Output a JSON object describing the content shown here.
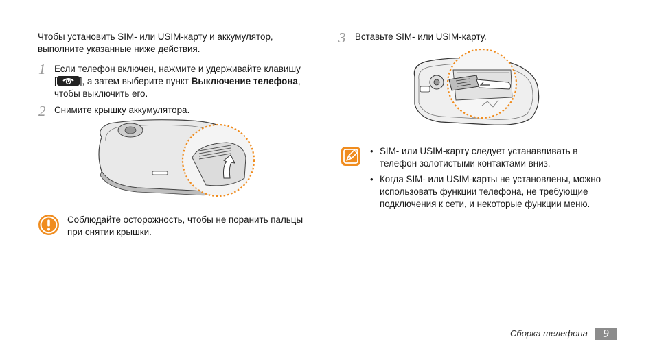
{
  "left": {
    "intro_line1": "Чтобы установить SIM- или USIM-карту и аккумулятор,",
    "intro_line2": "выполните указанные ниже действия.",
    "steps": [
      {
        "num": "1",
        "line1": "Если телефон включен, нажмите и удерживайте клавишу",
        "line2_pre": "[",
        "line2_mid": "], а затем выберите пункт ",
        "line2_bold": "Выключение телефона",
        "line2_post": ",",
        "line3": "чтобы выключить его."
      },
      {
        "num": "2",
        "line1": "Снимите крышку аккумулятора."
      }
    ],
    "caution_line1": "Соблюдайте осторожность, чтобы не поранить пальцы",
    "caution_line2": "при снятии крышки."
  },
  "right": {
    "step": {
      "num": "3",
      "text": "Вставьте SIM- или USIM-карту."
    },
    "notes": [
      {
        "line1": "SIM- или USIM-карту следует устанавливать в",
        "line2": "телефон золотистыми контактами вниз."
      },
      {
        "line1": "Когда SIM- или USIM-карты не установлены, можно",
        "line2": "использовать функции телефона, не требующие",
        "line3": "подключения к сети, и некоторые функции меню."
      }
    ],
    "bullet": "•"
  },
  "footer": {
    "section": "Сборка телефона",
    "page": "9"
  },
  "icons": {
    "power_key": "end-call-power-icon",
    "caution": "caution-icon",
    "note": "note-icon",
    "accent_color": "#f08c1e"
  }
}
